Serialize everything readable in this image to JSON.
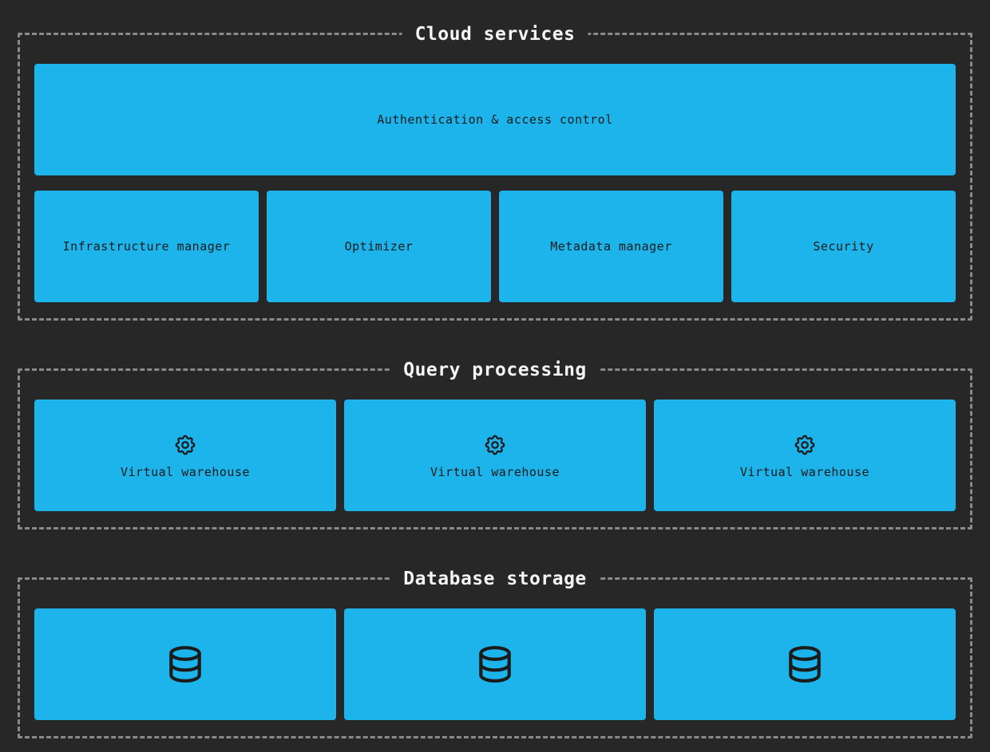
{
  "colors": {
    "bg": "#272727",
    "box": "#1cb4ea",
    "dash": "#8a8a8a",
    "box_text": "#1b1b1b",
    "title_text": "#f5f5f5"
  },
  "sections": {
    "cloud_services": {
      "title": "Cloud services",
      "auth_box": {
        "label": "Authentication & access control"
      },
      "boxes": [
        {
          "label": "Infrastructure manager"
        },
        {
          "label": "Optimizer"
        },
        {
          "label": "Metadata manager"
        },
        {
          "label": "Security"
        }
      ]
    },
    "query_processing": {
      "title": "Query processing",
      "warehouses": [
        {
          "icon": "gear-icon",
          "label": "Virtual warehouse"
        },
        {
          "icon": "gear-icon",
          "label": "Virtual warehouse"
        },
        {
          "icon": "gear-icon",
          "label": "Virtual warehouse"
        }
      ]
    },
    "database_storage": {
      "title": "Database storage",
      "databases": [
        {
          "icon": "database-icon"
        },
        {
          "icon": "database-icon"
        },
        {
          "icon": "database-icon"
        }
      ]
    }
  }
}
